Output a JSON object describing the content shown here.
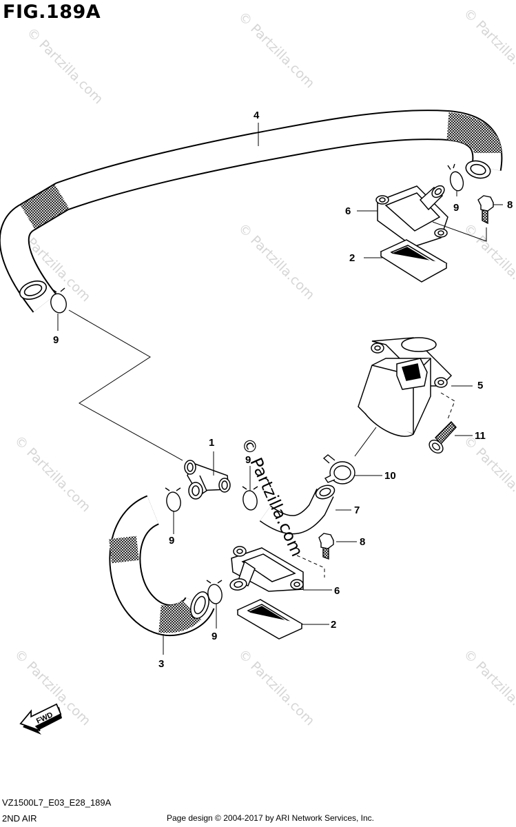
{
  "figure": {
    "title": "FIG.189A",
    "code": "VZ1500L7_E03_E28_189A",
    "name": "2ND AIR",
    "credit": "Page design © 2004-2017 by ARI Network Services, Inc."
  },
  "watermark": {
    "text": "© Partzilla.com"
  },
  "arrow": {
    "label": "FWD"
  },
  "callouts": [
    "1",
    "2",
    "3",
    "4",
    "5",
    "6",
    "7",
    "8",
    "9",
    "10",
    "11"
  ]
}
